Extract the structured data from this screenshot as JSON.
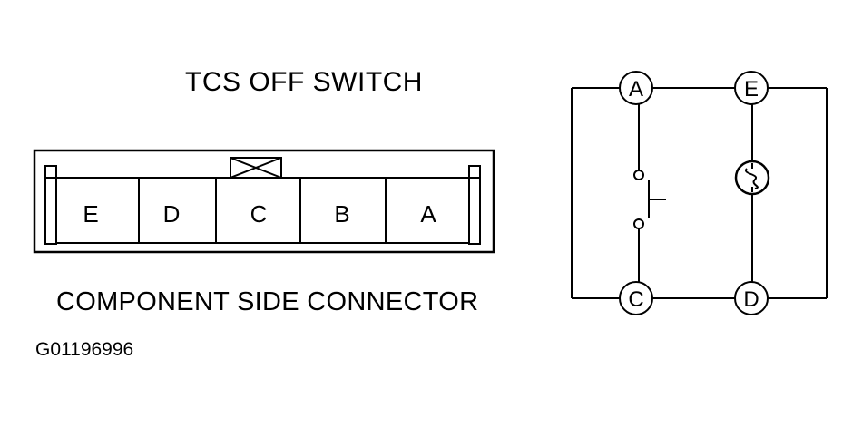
{
  "diagram": {
    "title": "TCS OFF SWITCH",
    "subtitle": "COMPONENT SIDE CONNECTOR",
    "figure_code": "G01196996",
    "connector_pins": [
      "E",
      "D",
      "C",
      "B",
      "A"
    ],
    "schematic_terminals": {
      "top_left": "A",
      "top_right": "E",
      "bottom_left": "C",
      "bottom_right": "D"
    },
    "colors": {
      "line": "#000000",
      "background": "#ffffff"
    }
  }
}
